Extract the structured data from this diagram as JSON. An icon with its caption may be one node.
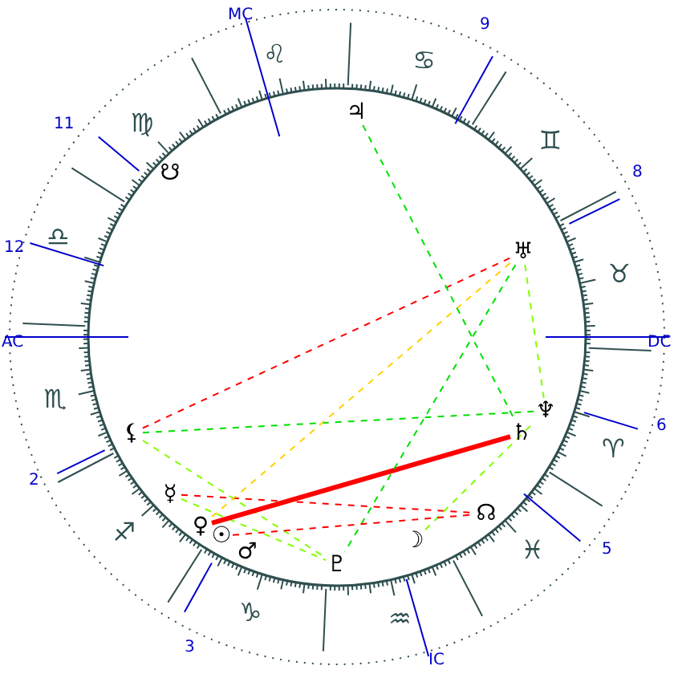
{
  "diagram": {
    "nodes": [
      {
        "text": [
          "♃"
        ]
      },
      {
        "text": [
          "☋"
        ]
      },
      {
        "text": [
          "♅"
        ]
      },
      {
        "text": [
          "♆"
        ]
      },
      {
        "text": [
          "♄"
        ]
      },
      {
        "text": [
          "⚸"
        ]
      },
      {
        "text": [
          "☿"
        ]
      },
      {
        "text": [
          "☊"
        ]
      },
      {
        "text": [
          "♀"
        ]
      },
      {
        "text": [
          "☉"
        ]
      },
      {
        "text": [
          "♂"
        ]
      },
      {
        "text": [
          "♇"
        ]
      },
      {
        "text": [
          "☽"
        ]
      }
    ],
    "edges": [
      {
        "from": 5,
        "to": 2,
        "arrow": "none",
        "style": "dashed",
        "color": "#ff0000"
      },
      {
        "from": 5,
        "to": 3,
        "arrow": "none",
        "style": "dashed",
        "color": "#00e000"
      },
      {
        "from": 5,
        "to": 11,
        "arrow": "none",
        "style": "dashed",
        "color": "#80ff00"
      },
      {
        "from": 6,
        "to": 7,
        "arrow": "none",
        "style": "dashed",
        "color": "#ff0000"
      },
      {
        "from": 6,
        "to": 11,
        "arrow": "none",
        "style": "dashed",
        "color": "#80ff00"
      },
      {
        "from": 8,
        "to": 4,
        "arrow": "none",
        "style": "thick",
        "color": "#ff0000"
      },
      {
        "from": 8,
        "to": 2,
        "arrow": "none",
        "style": "dashed",
        "color": "#ffd000"
      },
      {
        "from": 0,
        "to": 4,
        "arrow": "none",
        "style": "dashed",
        "color": "#00e000"
      },
      {
        "from": 2,
        "to": 11,
        "arrow": "none",
        "style": "dashed",
        "color": "#00e000"
      },
      {
        "from": 2,
        "to": 3,
        "arrow": "none",
        "style": "dashed",
        "color": "#80ff00"
      },
      {
        "from": 12,
        "to": 3,
        "arrow": "none",
        "style": "dashed",
        "color": "#80ff00"
      },
      {
        "from": 9,
        "to": 7,
        "arrow": "none",
        "style": "dashed",
        "color": "#ff0000"
      }
    ],
    "labels": [
      "MC",
      "9",
      "♌",
      "♋",
      "11",
      "♍",
      "8",
      "♊",
      "12",
      "♎",
      "AC",
      "DC",
      "♉",
      "♏",
      "♈",
      "6",
      "2",
      "♐",
      "5",
      "♓",
      "3",
      "♑",
      "♒",
      "IC"
    ]
  }
}
